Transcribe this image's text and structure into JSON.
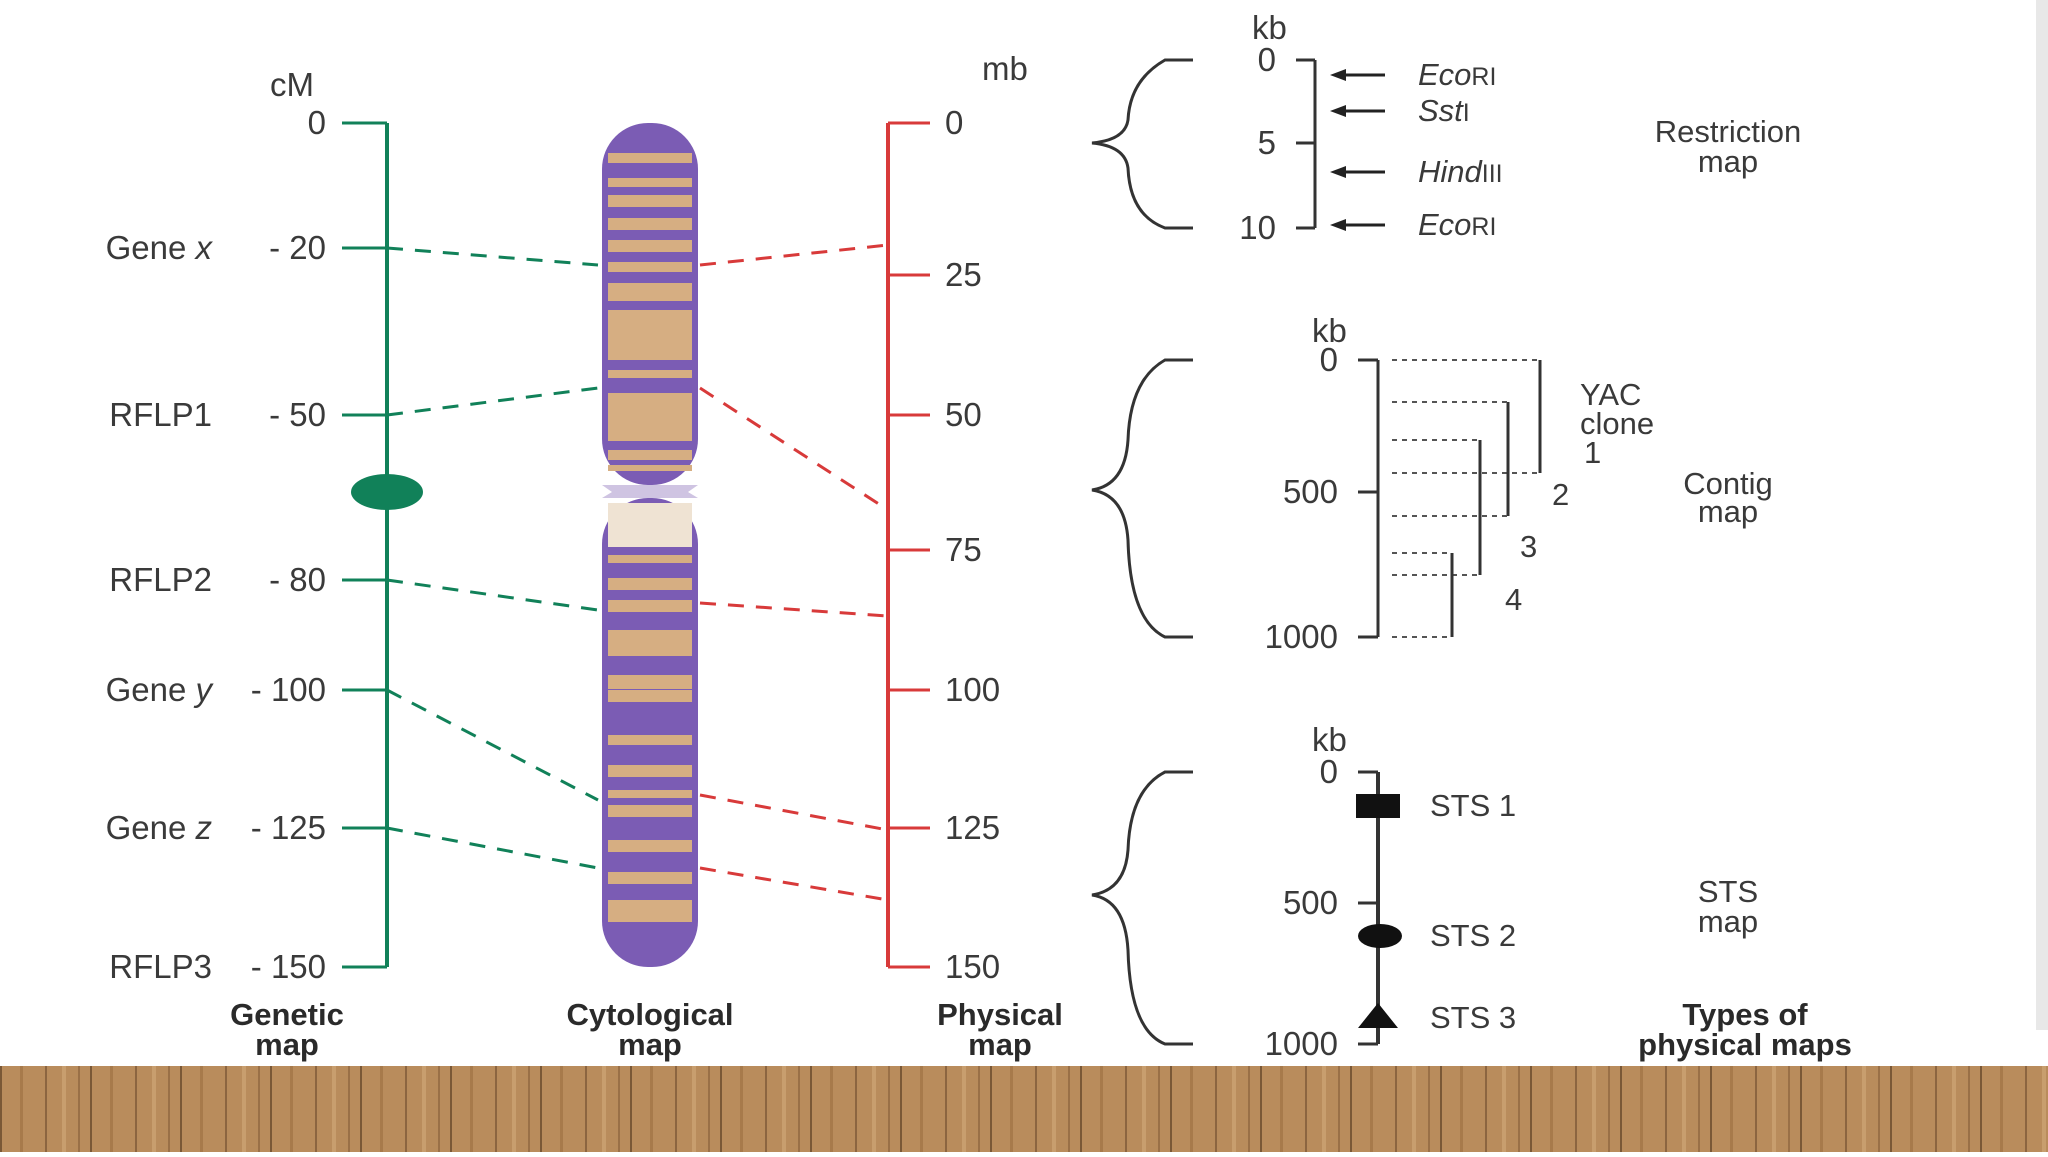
{
  "colors": {
    "genetic": "#118159",
    "physical": "#d83a3a",
    "band_purple": "#7b5cb4",
    "band_tan": "#d6ae82",
    "centromere": "#efe3d3",
    "floor": "#b58a5a"
  },
  "genetic_map": {
    "unit": "cM",
    "ticks": [
      {
        "label": "",
        "value": "0"
      },
      {
        "label": "Gene x",
        "value": "20"
      },
      {
        "label": "RFLP1",
        "value": "50"
      },
      {
        "label": "RFLP2",
        "value": "80"
      },
      {
        "label": "Gene y",
        "value": "100"
      },
      {
        "label": "Gene z",
        "value": "125"
      },
      {
        "label": "RFLP3",
        "value": "150"
      }
    ],
    "caption": [
      "Genetic",
      "map"
    ]
  },
  "cytological_map": {
    "caption": [
      "Cytological",
      "map"
    ]
  },
  "physical_map": {
    "unit": "mb",
    "ticks": [
      "0",
      "25",
      "50",
      "75",
      "100",
      "125",
      "150"
    ],
    "caption": [
      "Physical",
      "map"
    ]
  },
  "restriction_map": {
    "unit": "kb",
    "ticks": [
      "0",
      "5",
      "10"
    ],
    "enzymes": [
      {
        "name": "Eco",
        "suffix": "RI"
      },
      {
        "name": "Sst",
        "suffix": "I"
      },
      {
        "name": "Hind",
        "suffix": "III"
      },
      {
        "name": "Eco",
        "suffix": "RI"
      }
    ],
    "title": [
      "Restriction",
      "map"
    ]
  },
  "contig_map": {
    "unit": "kb",
    "ticks": [
      "0",
      "500",
      "1000"
    ],
    "clone_label": [
      "YAC",
      "clone",
      "1"
    ],
    "clones": [
      "2",
      "3",
      "4"
    ],
    "title": [
      "Contig",
      "map"
    ]
  },
  "sts_map": {
    "unit": "kb",
    "ticks": [
      "0",
      "500",
      "1000"
    ],
    "markers": [
      "STS 1",
      "STS 2",
      "STS 3"
    ],
    "title": [
      "STS",
      "map"
    ]
  },
  "types_caption": [
    "Types of",
    "physical maps"
  ]
}
